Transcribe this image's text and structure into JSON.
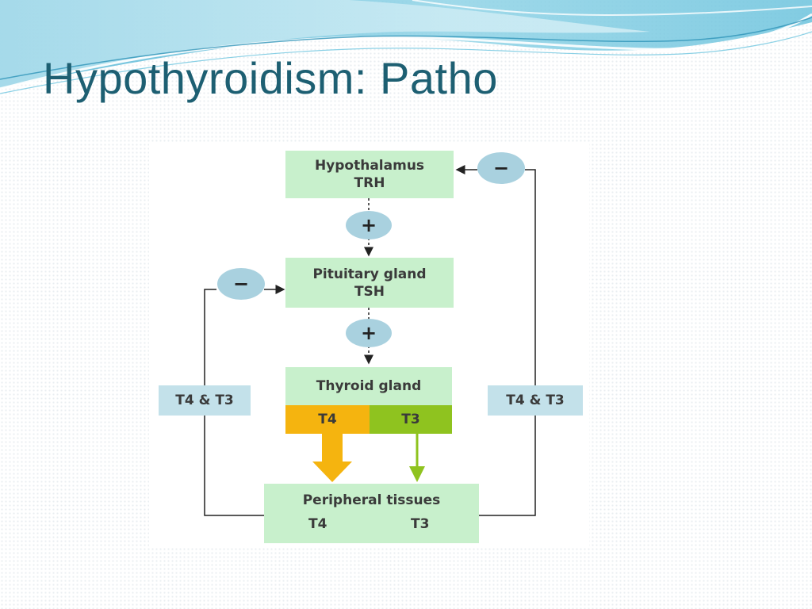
{
  "slide": {
    "title": "Hypothyroidism: Patho"
  },
  "diagram": {
    "hypothalamus": {
      "name": "Hypothalamus",
      "hormone": "TRH"
    },
    "pituitary": {
      "name": "Pituitary gland",
      "hormone": "TSH"
    },
    "thyroid": {
      "name": "Thyroid gland",
      "t4": "T4",
      "t3": "T3"
    },
    "peripheral": {
      "name": "Peripheral tissues",
      "from": "T4",
      "to": "T3"
    },
    "left_feedback": "T4 & T3",
    "right_feedback": "T4 & T3",
    "plus_sign": "+",
    "minus_sign": "−"
  },
  "colors": {
    "title": "#1d5f72",
    "box_green": "#c8f0cc",
    "side_blue": "#c3e1ea",
    "oval_blue": "#a9d1df",
    "t4_orange": "#f5b40f",
    "t3_green": "#8fc31f",
    "wave_accent": "#4fb3d4"
  }
}
